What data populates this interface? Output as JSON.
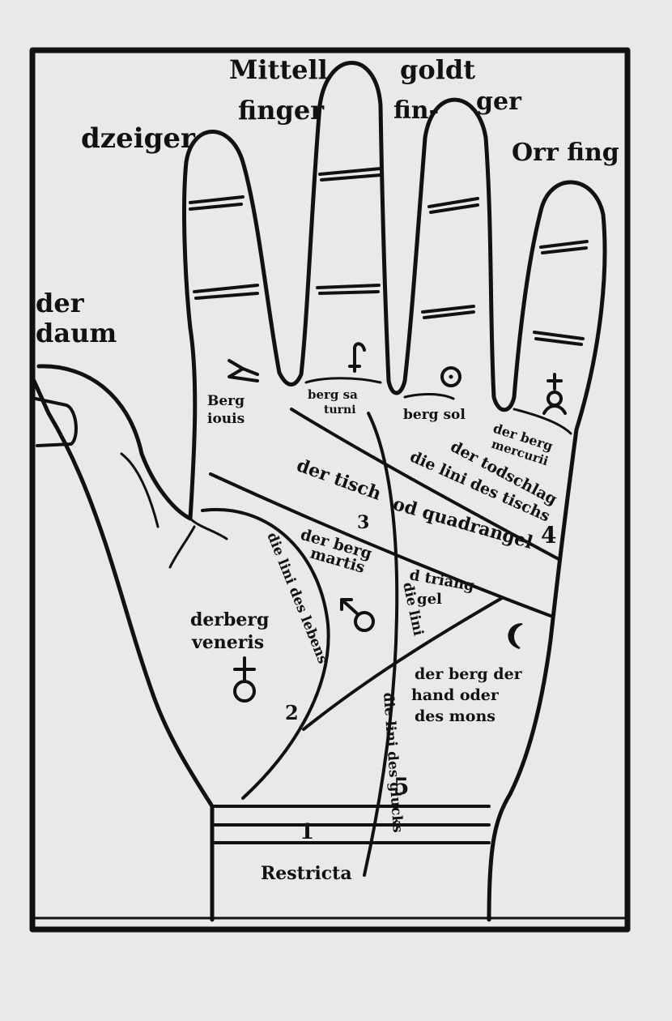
{
  "labels": {
    "zeiger": "dzeiger",
    "mittel_1": "Mittell",
    "mittel_2": "finger",
    "gold_1": "goldt",
    "gold_2": "fin-",
    "gold_3": "ger",
    "orr": "Orr fing",
    "daum_1": "der",
    "daum_2": "daum",
    "berg_iouis_1": "Berg",
    "berg_iouis_2": "iouis",
    "berg_saturni_1": "berg sa",
    "berg_saturni_2": "turni",
    "berg_sol": "berg sol",
    "berg_mercurii_1": "der berg",
    "berg_mercurii_2": "mercurii",
    "tisch": "der tisch",
    "lini_tischs": "die lini des tischs",
    "tod_schlag": "der todschlag",
    "quadrangel": "od quadrangel",
    "berg_martis_1": "der berg",
    "berg_martis_2": "martis",
    "triangel_1": "d triang",
    "triangel_2": "gel",
    "lini_lebens": "die lini des lebens",
    "lini_glucks": "die lini des glucks",
    "berg_veneris_1": "derberg",
    "berg_veneris_2": "veneris",
    "berg_hand_1": "der berg der",
    "berg_hand_2": "hand oder",
    "berg_hand_3": "des mons",
    "restricta": "Restricta",
    "num_1": "1",
    "num_2": "2",
    "num_3": "3",
    "num_4": "4",
    "num_5": "5"
  },
  "symbols": {
    "jupiter": "jupiter-symbol",
    "saturn": "saturn-symbol",
    "sun": "sun-symbol",
    "mercury": "mercury-symbol",
    "mars": "mars-symbol",
    "venus": "venus-symbol",
    "moon": "moon-symbol"
  }
}
